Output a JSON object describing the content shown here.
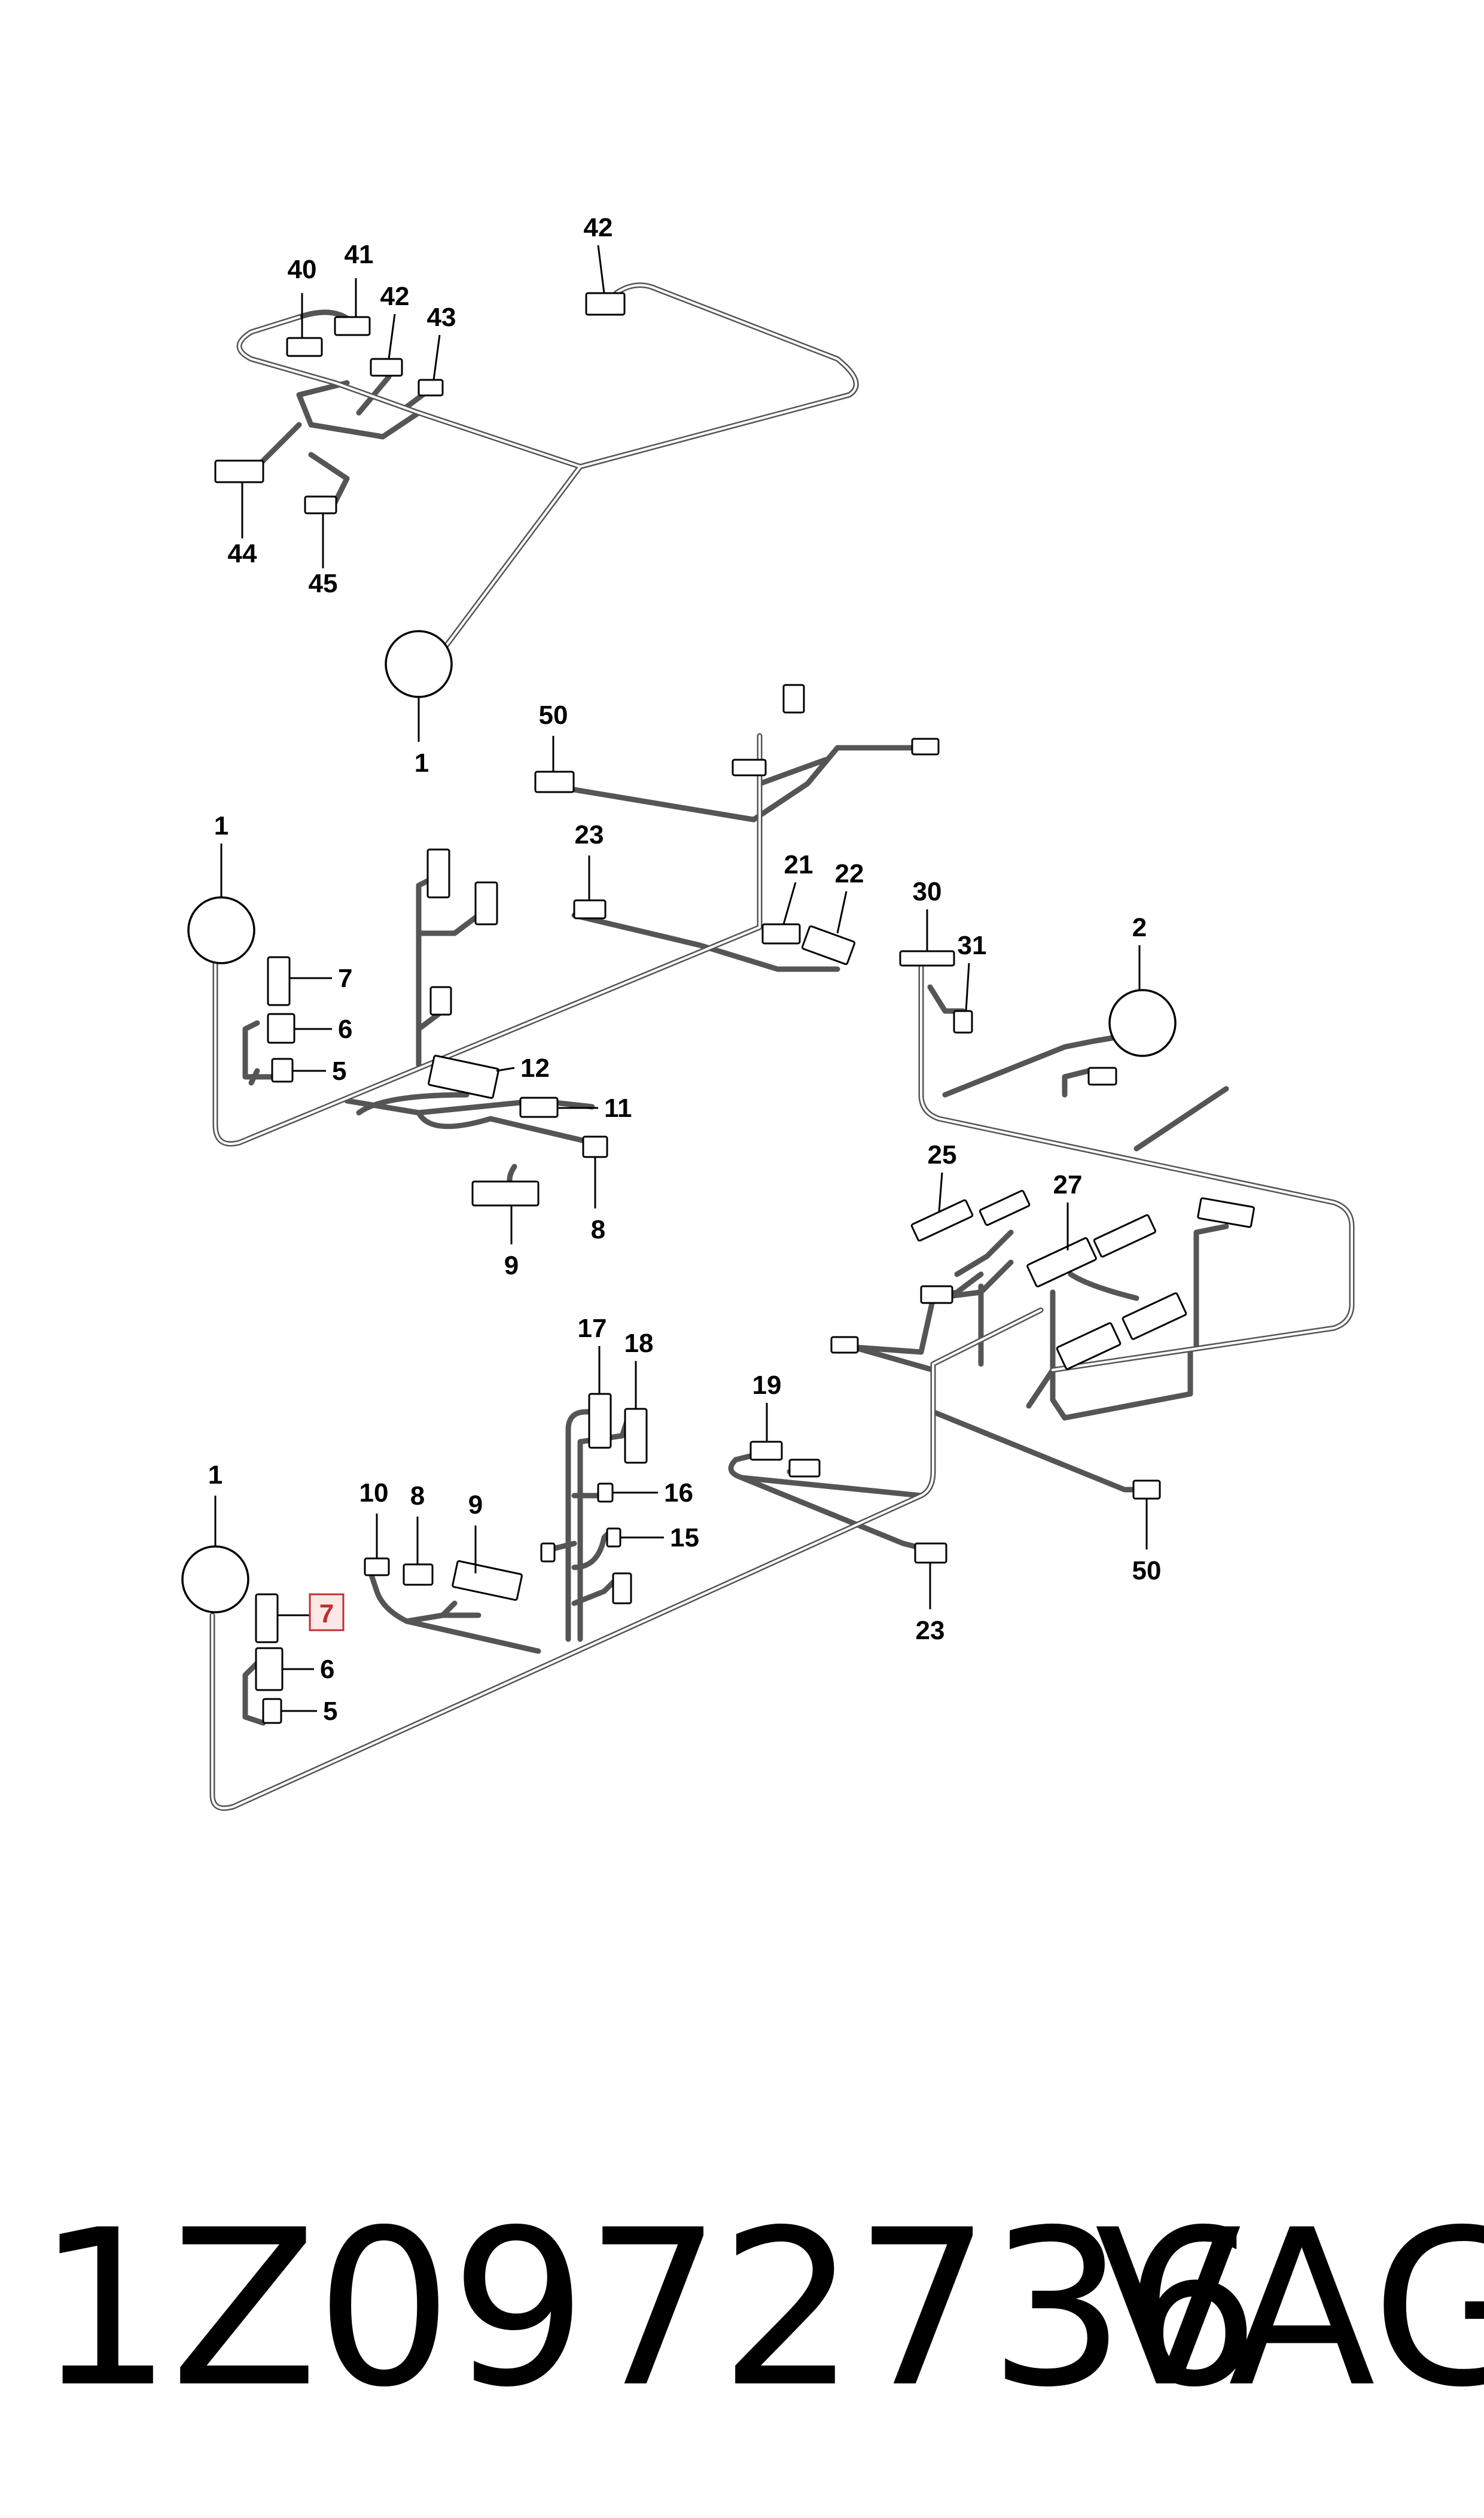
{
  "callouts": {
    "top": [
      "40",
      "41",
      "42",
      "43",
      "42",
      "44",
      "45",
      "1"
    ],
    "middle": [
      "50",
      "23",
      "21",
      "22",
      "1",
      "7",
      "6",
      "5",
      "12",
      "11",
      "8",
      "9",
      "30",
      "31",
      "2",
      "25",
      "27"
    ],
    "bottom": [
      "1",
      "17",
      "18",
      "10",
      "8",
      "9",
      "16",
      "15",
      "7",
      "6",
      "5",
      "19",
      "23",
      "50"
    ],
    "highlighted": "7"
  },
  "footer": {
    "part_number": "1Z0972736",
    "brand": "VAG"
  }
}
